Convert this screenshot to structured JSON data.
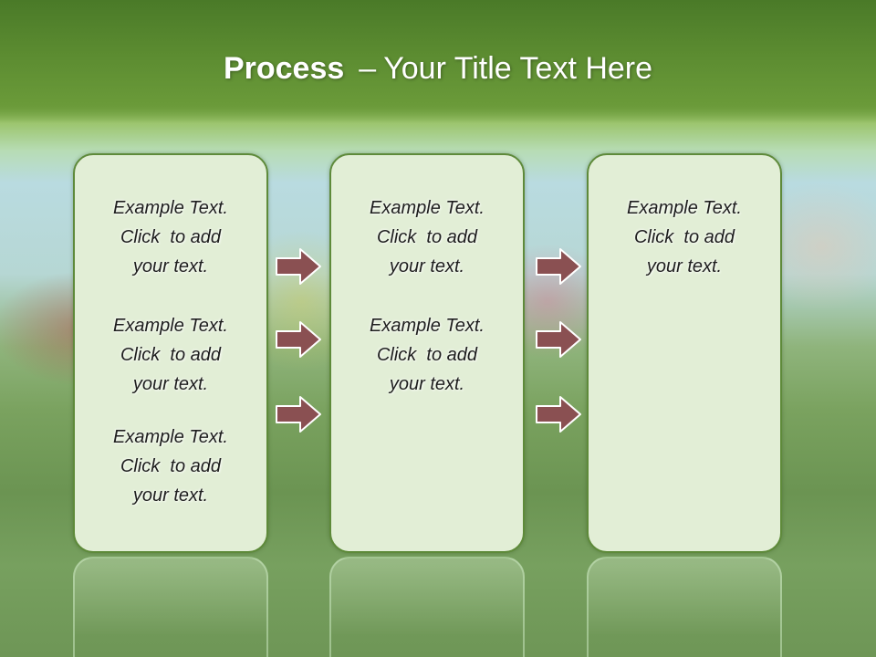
{
  "title": {
    "bold": "Process",
    "dash": "–",
    "rest": "Your Title Text Here"
  },
  "colors": {
    "header_green": "#5c8c31",
    "box_fill": "#e2eed6",
    "box_border": "#5e8a3a",
    "arrow_fill": "#8a5052",
    "arrow_stroke": "#ffffff"
  },
  "columns": [
    {
      "items": [
        [
          "Example Text.",
          "Click  to add",
          "your text."
        ],
        [
          "Example Text.",
          "Click  to add",
          "your text."
        ],
        [
          "Example Text.",
          "Click  to add",
          "your text."
        ]
      ]
    },
    {
      "items": [
        [
          "Example Text.",
          "Click  to add",
          "your text."
        ],
        [
          "Example Text.",
          "Click  to add",
          "your text."
        ]
      ]
    },
    {
      "items": [
        [
          "Example Text.",
          "Click  to add",
          "your text."
        ]
      ]
    }
  ]
}
